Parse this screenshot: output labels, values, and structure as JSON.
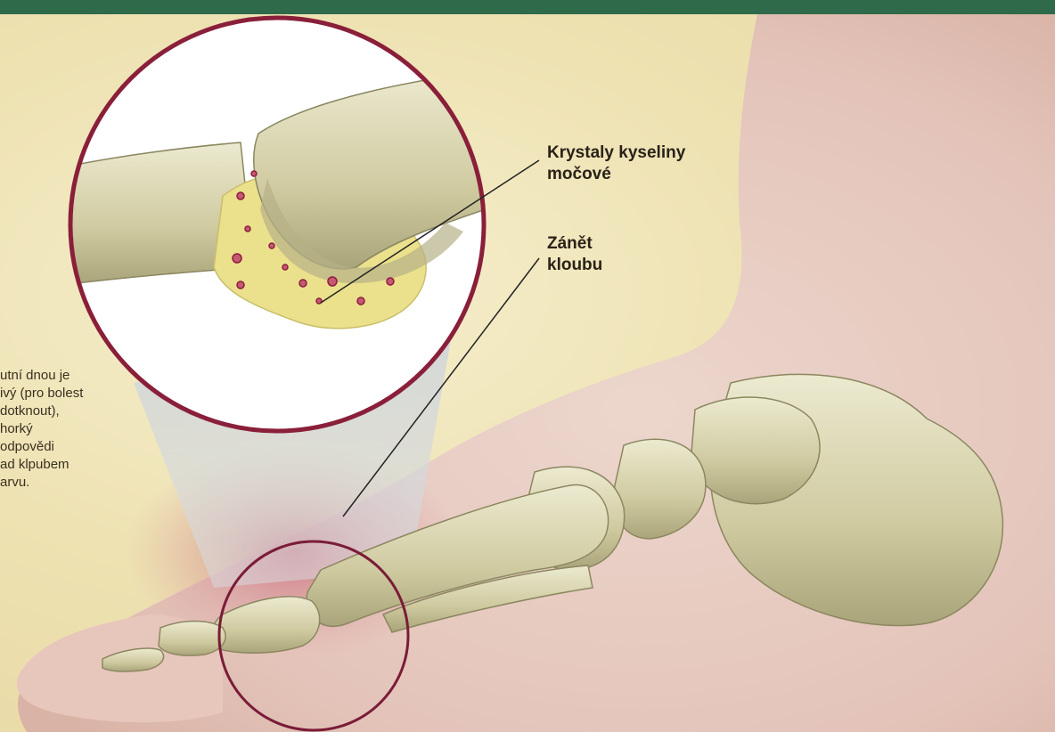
{
  "labels": {
    "crystals": "Krystaly kyseliny\nmočové",
    "inflammation": "Zánět\nkloubu"
  },
  "side_text": "utní dnou je\nivý (pro bolest\ndotknout),\nhorký\nodpovědi\nad klpubem\narvu.",
  "colors": {
    "header_band": "#2f6b4a",
    "zoom_circle_ring": "#8a1f3a",
    "bone": "#d9d4a8",
    "crystal_deposit": "#eadf8a",
    "crystal_dot": "#9a1d44",
    "skin": "#e6b9b0",
    "inflamed_skin": "#c9707a"
  }
}
